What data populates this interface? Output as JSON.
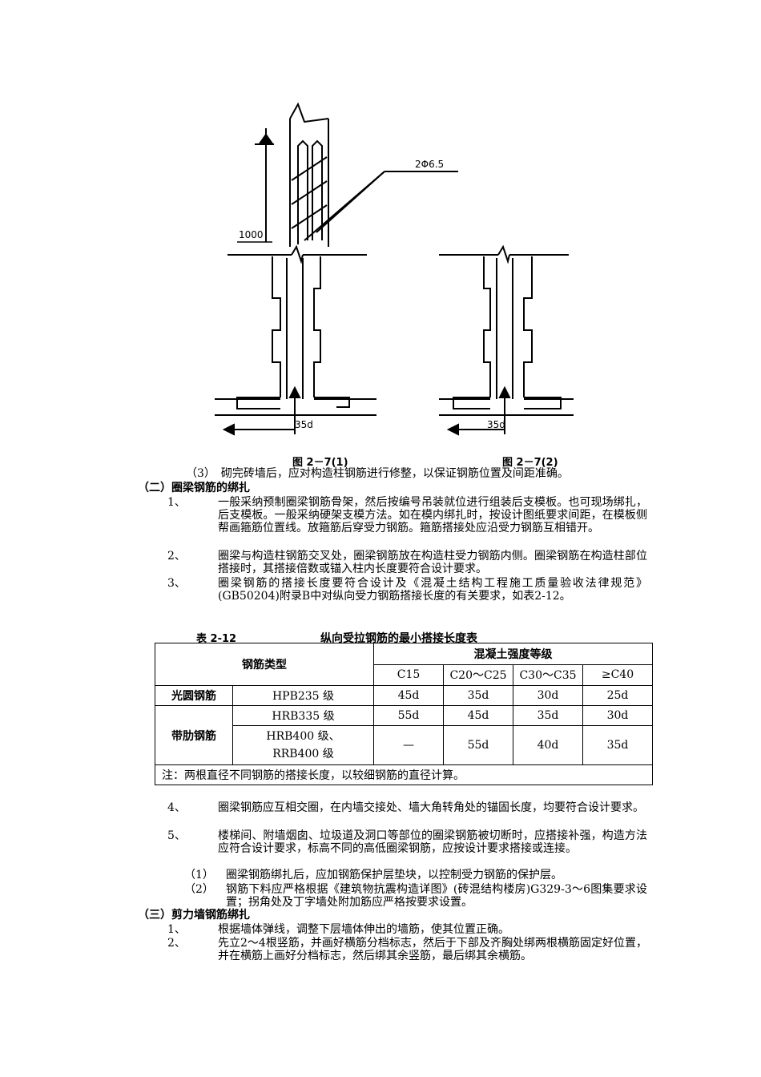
{
  "figure": {
    "label_rebar": "2Φ6.5",
    "label_1000": "1000",
    "label_35d_1": "35d",
    "label_35d_2": "35d",
    "caption_1": "图 2－7(1)",
    "caption_2": "图 2－7(2)"
  },
  "item3": "（3）　砌完砖墙后，应对构造柱钢筋进行修整，以保证钢筋位置及间距准确。",
  "section2": {
    "title": "（二）圈梁钢筋的绑扎",
    "items": [
      {
        "num": "1、",
        "text": "一般采纳预制圈梁钢筋骨架，然后按编号吊装就位进行组装后支模板。也可现场绑扎，后支模板。一般采纳硬架支模方法。如在模内绑扎时，按设计图纸要求间距，在模板侧帮画箍筋位置线。放箍筋后穿受力钢筋。箍筋搭接处应沿受力钢筋互相错开。"
      },
      {
        "num": "2、",
        "text": "圈梁与构造柱钢筋交叉处，圈梁钢筋放在构造柱受力钢筋内侧。圈梁钢筋在构造柱部位搭接时，其搭接倍数或锚入柱内长度要符合设计要求。"
      },
      {
        "num": "3、",
        "text": "圈梁钢筋的搭接长度要符合设计及《混凝土结构工程施工质量验收法律规范》(GB50204)附录B中对纵向受力钢筋搭接长度的有关要求，如表2-12。"
      }
    ]
  },
  "table": {
    "label": "表 2-12",
    "title": "纵向受拉钢筋的最小搭接长度表",
    "col_type": "钢筋类型",
    "col_strength": "混凝土强度等级",
    "grades": [
      "C15",
      "C20～C25",
      "C30～C35",
      "≥C40"
    ],
    "group1": "光圆钢筋",
    "group2": "带肋钢筋",
    "rows": [
      {
        "type": "HPB235 级",
        "values": [
          "45d",
          "35d",
          "30d",
          "25d"
        ]
      },
      {
        "type": "HRB335 级",
        "values": [
          "55d",
          "45d",
          "35d",
          "30d"
        ]
      },
      {
        "type": "HRB400 级、RRB400 级",
        "values": [
          "—",
          "55d",
          "40d",
          "35d"
        ]
      }
    ],
    "note": "注：两根直径不同钢筋的搭接长度，以较细钢筋的直径计算。"
  },
  "section2b": {
    "items": [
      {
        "num": "4、",
        "text": "圈梁钢筋应互相交圈，在内墙交接处、墙大角转角处的锚固长度，均要符合设计要求。"
      },
      {
        "num": "5、",
        "text": "楼梯间、附墙烟囱、垃圾道及洞口等部位的圈梁钢筋被切断时，应搭接补强，构造方法应符合设计要求，标高不同的高低圈梁钢筋，应按设计要求搭接或连接。"
      }
    ],
    "subs": [
      {
        "num": "（1）",
        "text": "圈梁钢筋绑扎后，应加钢筋保护层垫块，以控制受力钢筋的保护层。"
      },
      {
        "num": "（2）",
        "text": "钢筋下料应严格根据《建筑物抗震构造详图》(砖混结构楼房)G329-3～6图集要求设置；拐角处及丁字墙处附加筋应严格按要求设置。"
      }
    ]
  },
  "section3": {
    "title": "（三）剪力墙钢筋绑扎",
    "items": [
      {
        "num": "1、",
        "text": "根据墙体弹线，调整下层墙体伸出的墙筋，使其位置正确。"
      },
      {
        "num": "2、",
        "text": "先立2～4根竖筋，并画好横筋分档标志，然后于下部及齐胸处绑两根横筋固定好位置，并在横筋上画好分档标志，然后绑其余竖筋，最后绑其余横筋。"
      }
    ]
  }
}
